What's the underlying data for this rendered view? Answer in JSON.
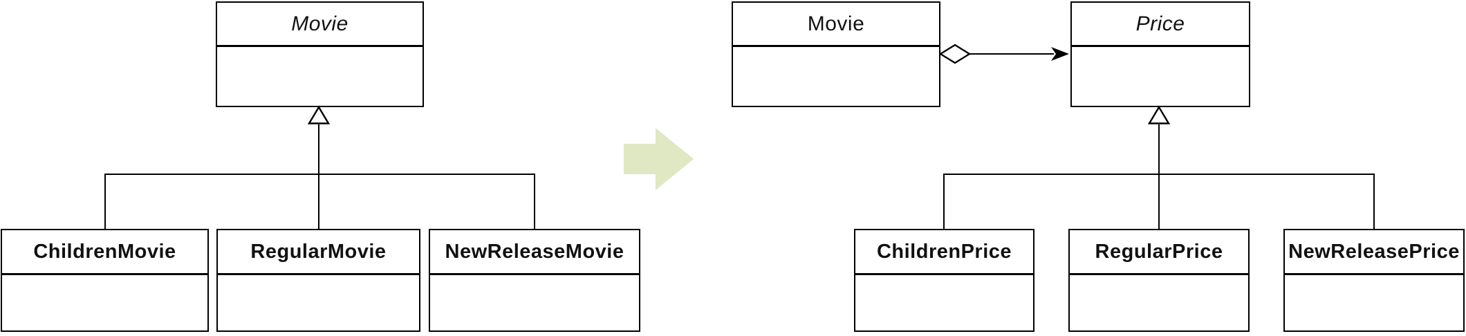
{
  "diagram_type": "uml-class-diagram-refactoring",
  "before": {
    "superclass": {
      "name": "Movie",
      "abstract": true
    },
    "subclasses": [
      {
        "name": "ChildrenMovie"
      },
      {
        "name": "RegularMovie"
      },
      {
        "name": "NewReleaseMovie"
      }
    ],
    "relationship": "generalization"
  },
  "transform": {
    "symbol": "right-arrow",
    "meaning": "refactoring step (before to after)"
  },
  "after": {
    "movie_class": {
      "name": "Movie",
      "abstract": false
    },
    "price_class": {
      "name": "Price",
      "abstract": true
    },
    "association": {
      "from": "Movie",
      "to": "Price",
      "type": "directed aggregation (open diamond at Movie, arrow into Price)"
    },
    "subclasses": [
      {
        "name": "ChildrenPrice"
      },
      {
        "name": "RegularPrice"
      },
      {
        "name": "NewReleasePrice"
      }
    ],
    "relationship": "generalization"
  },
  "colors": {
    "stroke": "#000000",
    "class_fill": "#ffffff",
    "transform_arrow": "#e0e7c3",
    "background": "#ffffff"
  }
}
